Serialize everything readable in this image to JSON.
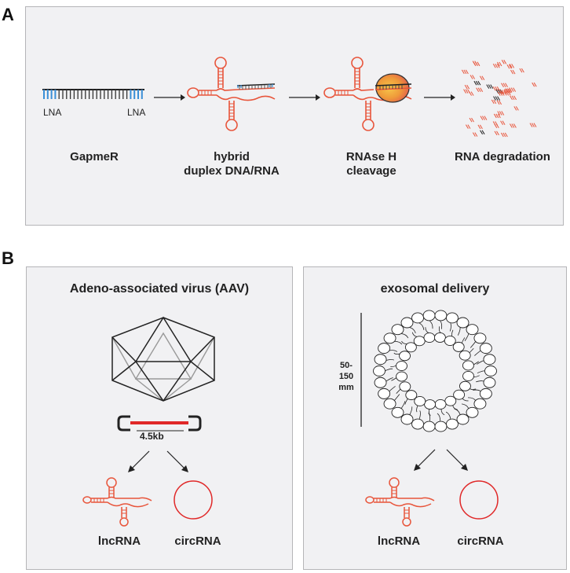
{
  "panelA": {
    "letter": "A",
    "lna_left": "LNA",
    "lna_right": "LNA",
    "steps": [
      {
        "line1": "GapmeR",
        "line2": ""
      },
      {
        "line1": "hybrid",
        "line2": "duplex DNA/RNA"
      },
      {
        "line1": "RNAse H",
        "line2": "cleavage"
      },
      {
        "line1": "RNA degradation",
        "line2": ""
      }
    ]
  },
  "panelB": {
    "letter": "B",
    "aav": {
      "title": "Adeno-associated virus (AAV)",
      "size_label": "4.5kb",
      "product_left": "lncRNA",
      "product_right": "circRNA"
    },
    "exosome": {
      "title": "exosomal delivery",
      "size_line1": "50-150",
      "size_line2": "mm",
      "product_left": "lncRNA",
      "product_right": "circRNA"
    }
  },
  "colors": {
    "rna": "#e8553b",
    "dna": "#222222",
    "lna": "#3a8fd6",
    "panel_bg": "#f1f1f3",
    "panel_border": "#b5b5b8"
  }
}
